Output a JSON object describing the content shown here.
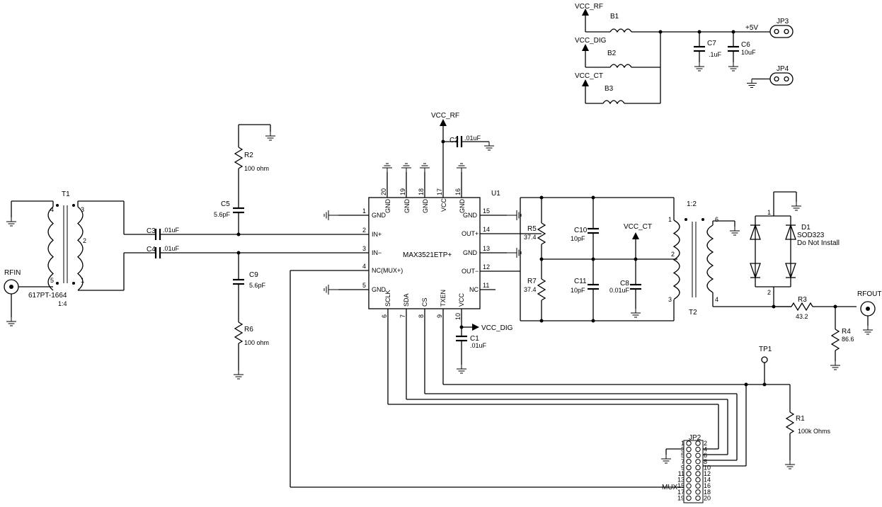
{
  "power": {
    "vcc_rf": "VCC_RF",
    "vcc_dig": "VCC_DIG",
    "vcc_ct": "VCC_CT",
    "plus5v": "+5V"
  },
  "connectors": {
    "jp3": "JP3",
    "jp4": "JP4",
    "jp2": "JP2",
    "rfin": "RFIN",
    "rfout": "RFOUT",
    "tp1": "TP1",
    "mux": "MUX"
  },
  "beads": {
    "b1": "B1",
    "b2": "B2",
    "b3": "B3"
  },
  "components": {
    "c7": {
      "ref": "C7",
      "value": ".1uF"
    },
    "c6": {
      "ref": "C6",
      "value": "10uF"
    },
    "c2": {
      "ref": "C2",
      "value": ".01uF"
    },
    "c3": {
      "ref": "C3",
      "value": ".01uF"
    },
    "c4": {
      "ref": "C4",
      "value": ".01uF"
    },
    "c5": {
      "ref": "C5",
      "value": "5.6pF"
    },
    "c9": {
      "ref": "C9",
      "value": "5.6pF"
    },
    "c1": {
      "ref": "C1",
      "value": ".01uF"
    },
    "c10": {
      "ref": "C10",
      "value": "10pF"
    },
    "c11": {
      "ref": "C11",
      "value": "10pF"
    },
    "c8": {
      "ref": "C8",
      "value": "0.01uF"
    },
    "r2": {
      "ref": "R2",
      "value": "100 ohm"
    },
    "r6": {
      "ref": "R6",
      "value": "100 ohm"
    },
    "r5": {
      "ref": "R5",
      "value": "37.4"
    },
    "r7": {
      "ref": "R7",
      "value": "37.4"
    },
    "r3": {
      "ref": "R3",
      "value": "43.2"
    },
    "r4": {
      "ref": "R4",
      "value": "86.6"
    },
    "r1": {
      "ref": "R1",
      "value": "100k Ohms"
    },
    "t1": {
      "ref": "T1",
      "part": "617PT-1664",
      "ratio": "1:4"
    },
    "t2": {
      "ref": "T2",
      "ratio": "1:2"
    },
    "d1": {
      "ref": "D1",
      "package": "SOD323",
      "note": "Do Not Install"
    }
  },
  "u1": {
    "ref": "U1",
    "part": "MAX3521ETP+",
    "left_pins": [
      {
        "num": "1",
        "name": "GND"
      },
      {
        "num": "2",
        "name": "IN+"
      },
      {
        "num": "3",
        "name": "IN−"
      },
      {
        "num": "4",
        "name": "NC(MUX+)"
      },
      {
        "num": "5",
        "name": "GND"
      }
    ],
    "right_pins": [
      {
        "num": "15",
        "name": "GND"
      },
      {
        "num": "14",
        "name": "OUT+"
      },
      {
        "num": "13",
        "name": "GND"
      },
      {
        "num": "12",
        "name": "OUT−"
      },
      {
        "num": "11",
        "name": "NC"
      }
    ],
    "top_pins": [
      {
        "num": "20",
        "name": "GND"
      },
      {
        "num": "19",
        "name": "GND"
      },
      {
        "num": "18",
        "name": "GND"
      },
      {
        "num": "17",
        "name": "VCC"
      },
      {
        "num": "16",
        "name": "GND"
      }
    ],
    "bottom_pins": [
      {
        "num": "6",
        "name": "SCLK"
      },
      {
        "num": "7",
        "name": "SDA"
      },
      {
        "num": "8",
        "name": "CS"
      },
      {
        "num": "9",
        "name": "TXEN"
      },
      {
        "num": "10",
        "name": "VCC"
      }
    ]
  },
  "pin_numbers": {
    "t1": [
      "4",
      "3",
      "2",
      "5",
      "1"
    ],
    "t2": [
      "1",
      "2",
      "3",
      "6",
      "4"
    ],
    "d1": [
      "1",
      "2"
    ]
  },
  "jp2_pins": {
    "left": [
      "1",
      "3",
      "5",
      "7",
      "9",
      "11",
      "13",
      "15",
      "17",
      "19"
    ],
    "right": [
      "2",
      "4",
      "6",
      "8",
      "10",
      "12",
      "14",
      "16",
      "18",
      "20"
    ]
  }
}
